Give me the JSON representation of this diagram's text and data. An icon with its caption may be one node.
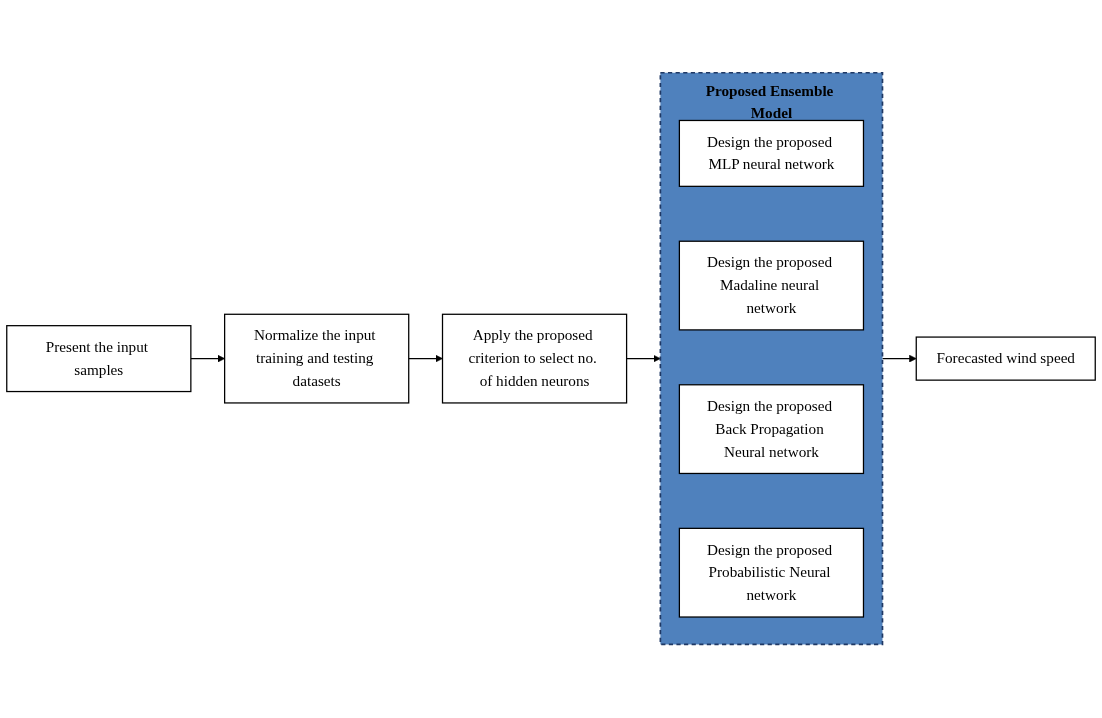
{
  "diagram": {
    "nodes": [
      {
        "text": [
          "Present the input samples"
        ]
      },
      {
        "text": [
          "Normalize the input training and testing datasets"
        ]
      },
      {
        "text": [
          "Apply the proposed criterion to select no. of hidden neurons"
        ]
      },
      {
        "text": [
          "Proposed Ensemble Model"
        ]
      },
      {
        "text": [
          "Design the proposed MLP neural network"
        ],
        "in": 3
      },
      {
        "text": [
          "Design the proposed Madaline neural network"
        ],
        "in": 3
      },
      {
        "text": [
          "Design the proposed Back Propagation Neural network"
        ],
        "in": 3
      },
      {
        "text": [
          "Design the proposed Probabilistic Neural network"
        ],
        "in": 3
      },
      {
        "text": [
          "Forecasted wind speed"
        ]
      }
    ],
    "edges": [
      {
        "from": 0,
        "to": 1,
        "arrow": "to"
      },
      {
        "from": 1,
        "to": 2,
        "arrow": "to"
      },
      {
        "from": 2,
        "to": 3,
        "arrow": "to"
      },
      {
        "from": 3,
        "to": 8,
        "arrow": "to"
      }
    ]
  }
}
